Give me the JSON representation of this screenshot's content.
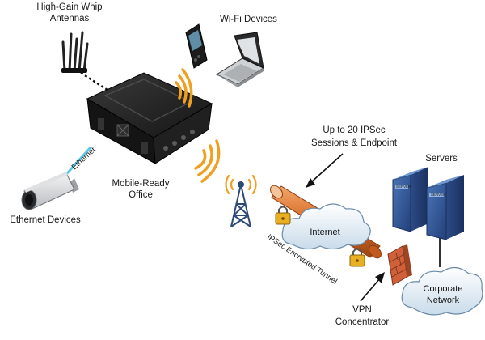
{
  "labels": {
    "antennas_line1": "High-Gain Whip",
    "antennas_line2": "Antennas",
    "wifi_devices": "Wi-Fi Devices",
    "ethernet": "Ethernet",
    "mobile_office_line1": "Mobile-Ready",
    "mobile_office_line2": "Office",
    "ethernet_devices": "Ethernet Devices",
    "ipsec_line1": "Up to 20 IPSec",
    "ipsec_line2": "Sessions & Endpoint",
    "servers": "Servers",
    "internet": "Internet",
    "tunnel": "IPSec Encrypted Tunnel",
    "corporate_line1": "Corporate",
    "corporate_line2": "Network",
    "vpn_line1": "VPN",
    "vpn_line2": "Concentrator",
    "server_badge": "SERVER"
  },
  "colors": {
    "waves": "#f0a020",
    "ethernet_cable": "#5bc8e8",
    "tunnel": "#d86a25",
    "case": "#1e1e1e",
    "server": "#2d4f8c",
    "firewall": "#d0603a",
    "cloud": "#e4eef6",
    "lock": "#e8b020"
  },
  "icons": [
    "antennas-icon",
    "case-icon",
    "pda-icon",
    "laptop-icon",
    "camera-icon",
    "tower-icon",
    "cloud-icon",
    "server-icon",
    "firewall-icon",
    "lock-icon"
  ]
}
